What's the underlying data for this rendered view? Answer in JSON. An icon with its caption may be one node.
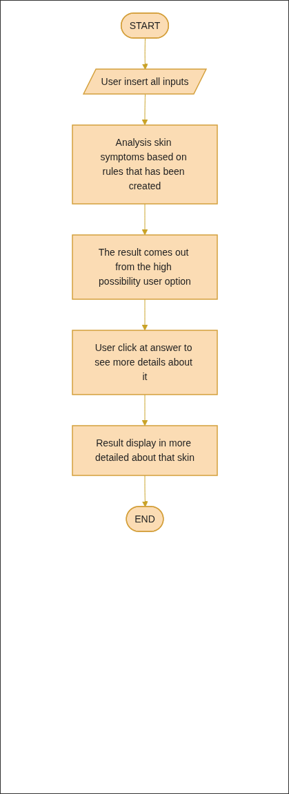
{
  "diagram": {
    "nodes": [
      {
        "text": [
          "START"
        ]
      },
      {
        "text": [
          "User insert all inputs"
        ]
      },
      {
        "text": [
          "Analysis skin symptoms based on rules that has been created"
        ]
      },
      {
        "text": [
          "The result comes out from the high possibility user option"
        ]
      },
      {
        "text": [
          "User click at answer to see more details about it"
        ]
      },
      {
        "text": [
          "Result display in more detailed about that skin"
        ]
      },
      {
        "text": [
          "END"
        ]
      }
    ],
    "edges": [
      {
        "from": 0,
        "to": 1,
        "arrow": "to"
      },
      {
        "from": 1,
        "to": 2,
        "arrow": "to"
      },
      {
        "from": 2,
        "to": 3,
        "arrow": "to"
      },
      {
        "from": 3,
        "to": 4,
        "arrow": "to"
      },
      {
        "from": 4,
        "to": 5,
        "arrow": "to"
      },
      {
        "from": 5,
        "to": 6,
        "arrow": "to"
      }
    ]
  }
}
